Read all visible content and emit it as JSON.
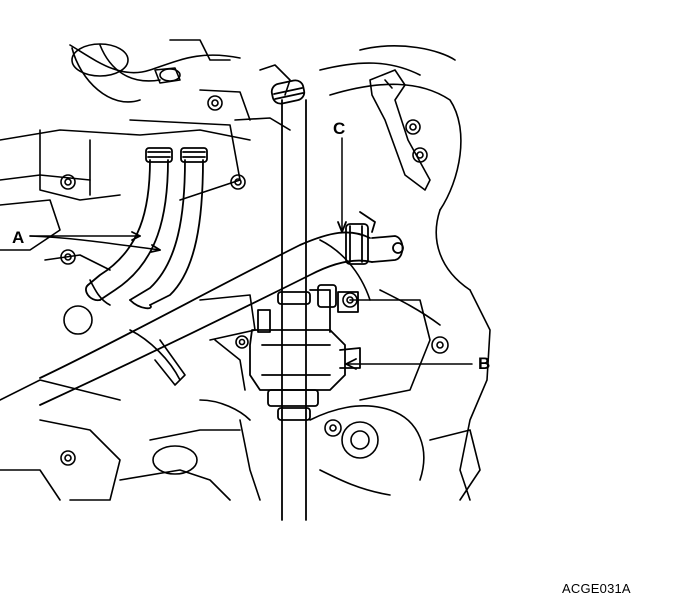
{
  "callouts": {
    "a": "A",
    "b": "B",
    "c": "C"
  },
  "figure_code": "ACGE031A",
  "colors": {
    "line": "#000000",
    "background": "#ffffff"
  }
}
